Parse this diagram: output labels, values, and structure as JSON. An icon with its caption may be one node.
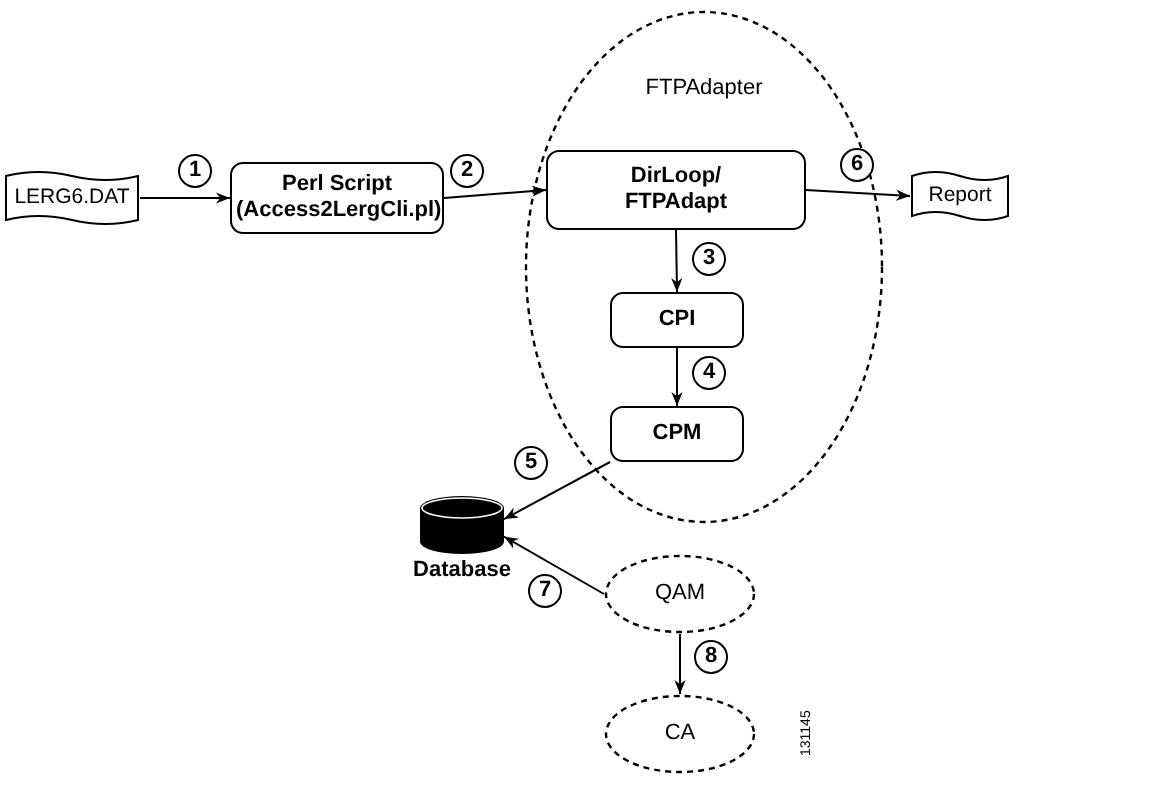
{
  "diagram": {
    "nodes": [
      {
        "text": [
          "FTPAdapter"
        ]
      },
      {
        "text": [
          "LERG6.DAT"
        ]
      },
      {
        "text": [
          "Perl Script (Access2LergCli.pl)"
        ]
      },
      {
        "text": [
          "DirLoop/ FTPAdapt"
        ],
        "in": 0
      },
      {
        "text": [
          "CPI"
        ],
        "in": 0
      },
      {
        "text": [
          "CPM"
        ],
        "in": 0
      },
      {
        "text": [
          "Report"
        ]
      },
      {
        "text": [
          "Database"
        ]
      },
      {
        "text": [
          "QAM"
        ]
      },
      {
        "text": [
          "CA"
        ]
      }
    ],
    "edges": [
      {
        "from": 1,
        "to": 2,
        "arrow": "to",
        "label": "1"
      },
      {
        "from": 2,
        "to": 3,
        "arrow": "to",
        "label": "2"
      },
      {
        "from": 3,
        "to": 4,
        "arrow": "to",
        "label": "3"
      },
      {
        "from": 4,
        "to": 5,
        "arrow": "to",
        "label": "4"
      },
      {
        "from": 5,
        "to": 7,
        "arrow": "to",
        "label": "5"
      },
      {
        "from": 3,
        "to": 6,
        "arrow": "to",
        "label": "6"
      },
      {
        "from": 8,
        "to": 7,
        "arrow": "to",
        "label": "7"
      },
      {
        "from": 8,
        "to": 9,
        "arrow": "to",
        "label": "8"
      }
    ],
    "labels": [
      "131145"
    ]
  }
}
